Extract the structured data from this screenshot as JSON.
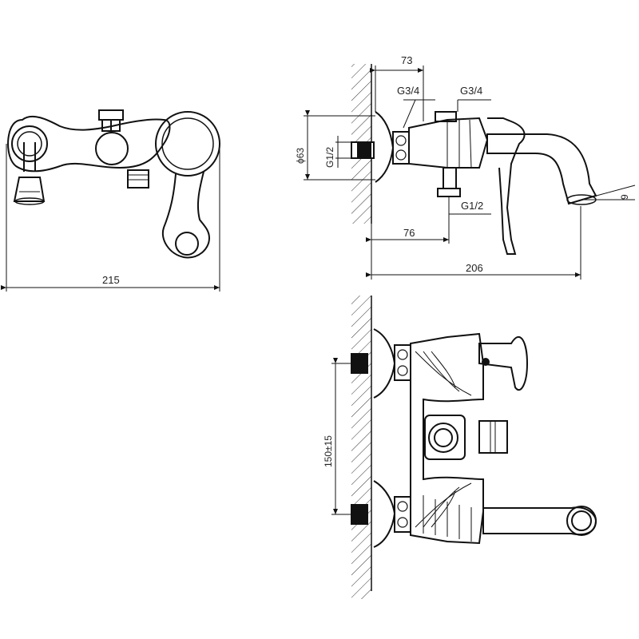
{
  "drawing": {
    "top_view": {
      "width_label": "215"
    },
    "side_view": {
      "top_width_label": "73",
      "thread_top_left_label": "G3/4",
      "thread_top_right_label": "G3/4",
      "diameter_label": "ϕ63",
      "inlet_thread_label": "G1/2",
      "outlet_thread_label": "G1/2",
      "offset_label": "76",
      "total_length_label": "206",
      "angle_label": "9"
    },
    "front_view": {
      "center_distance_label": "150±15"
    }
  }
}
